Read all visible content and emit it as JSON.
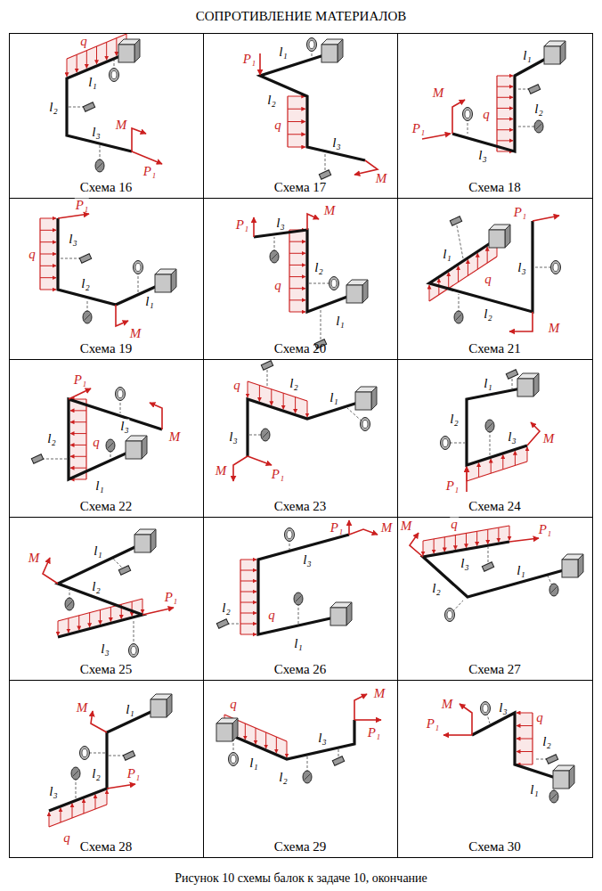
{
  "diagram": {
    "title": "СОПРОТИВЛЕНИЕ МАТЕРИАЛОВ",
    "caption": "Рисунок 10 схемы балок к задаче 10, окончание",
    "nodes": [
      {
        "text": [
          "q",
          "l₁",
          "l₂",
          "l₃",
          "M",
          "P₁",
          "Схема 16"
        ]
      },
      {
        "text": [
          "P₁",
          "l₁",
          "l₂",
          "q",
          "l₃",
          "M",
          "Схема 17"
        ]
      },
      {
        "text": [
          "l₁",
          "M",
          "q",
          "l₂",
          "P₁",
          "l₃",
          "Схема 18"
        ]
      },
      {
        "text": [
          "P₁",
          "q",
          "l₃",
          "l₂",
          "l₁",
          "M",
          "Схема 19"
        ]
      },
      {
        "text": [
          "l₃",
          "M",
          "P₁",
          "q",
          "l₂",
          "l₁",
          "Схема 20"
        ]
      },
      {
        "text": [
          "P₁",
          "l₁",
          "l₃",
          "q",
          "l₂",
          "M",
          "Схема 21"
        ]
      },
      {
        "text": [
          "P₁",
          "l₃",
          "l₂",
          "q",
          "M",
          "l₁",
          "Схема 22"
        ]
      },
      {
        "text": [
          "l₂",
          "l₁",
          "q",
          "l₃",
          "M",
          "P₁",
          "Схема 23"
        ]
      },
      {
        "text": [
          "l₁",
          "l₂",
          "l₃",
          "M",
          "P₁",
          "Схема 24"
        ]
      },
      {
        "text": [
          "M",
          "l₁",
          "l₂",
          "P₁",
          "l₃",
          "Схема 25"
        ]
      },
      {
        "text": [
          "l₃",
          "P₁",
          "M",
          "l₂",
          "q",
          "l₁",
          "Схема 26"
        ]
      },
      {
        "text": [
          "q",
          "M",
          "P₁",
          "l₃",
          "l₂",
          "l₁",
          "Схема 27"
        ]
      },
      {
        "text": [
          "M",
          "l₁",
          "l₂",
          "l₃",
          "P₁",
          "q",
          "Схема 28"
        ]
      },
      {
        "text": [
          "q",
          "l₁",
          "l₂",
          "l₃",
          "M",
          "P₁",
          "Схема 29"
        ]
      },
      {
        "text": [
          "M",
          "P₁",
          "l₃",
          "l₂",
          "q",
          "l₁",
          "Схема 30"
        ]
      }
    ]
  }
}
